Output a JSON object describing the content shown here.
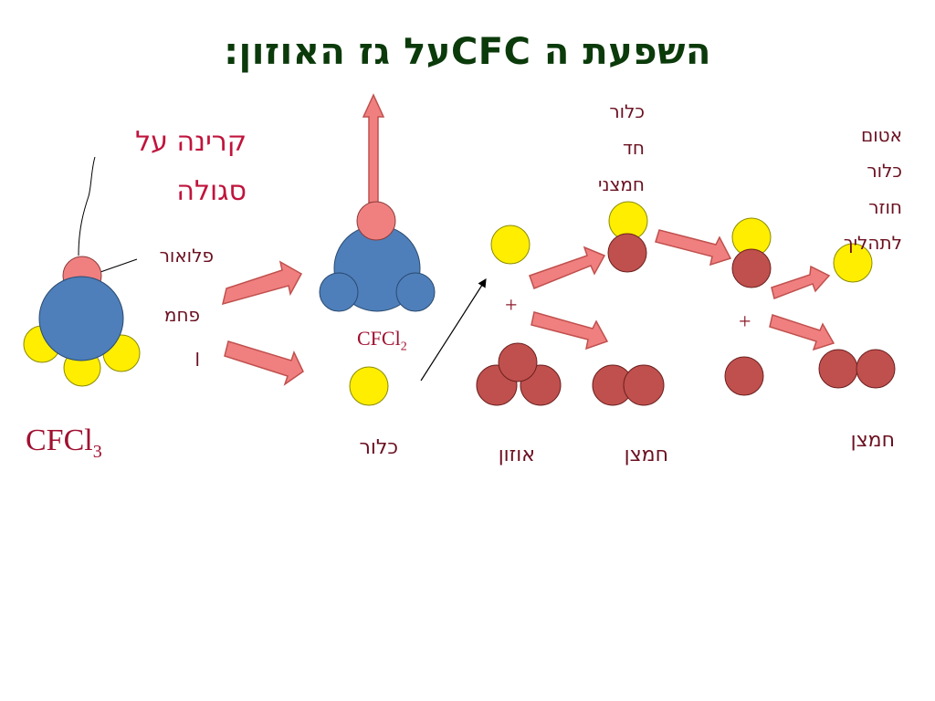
{
  "title": "השפעת ה CFCעל גז האוזון:",
  "labels": {
    "uv_line1": "קרינה על",
    "uv_line2": "סגולה",
    "fluorine": "פלואור",
    "carbon_line1": "פחמ",
    "carbon_line2": "ן",
    "cfcl3_main": "CFCl",
    "cfcl3_sub": "3",
    "cfcl2_main": "CFCl",
    "cfcl2_sub": "2",
    "chlorine": "כלור",
    "ozone": "אוזון",
    "oxygen_mid": "חמצן",
    "oxygen_right": "חמצן",
    "chlorine_monoxide_line1": "כלור",
    "chlorine_monoxide_line2": "חד",
    "chlorine_monoxide_line3": "חמצני",
    "atom_line1": "אטום",
    "atom_line2": "כלור",
    "atom_line3": "חוזר",
    "atom_line4": "לתהליך",
    "plus_1": "+",
    "plus_2": "+"
  },
  "colors": {
    "title": "#0b3a0b",
    "carbon": "#4e7fba",
    "fluorine": "#f08080",
    "chlorine": "#ffee00",
    "oxygen": "#c0504d",
    "arrow_fill": "#f08080",
    "arrow_stroke": "#c0504d"
  }
}
